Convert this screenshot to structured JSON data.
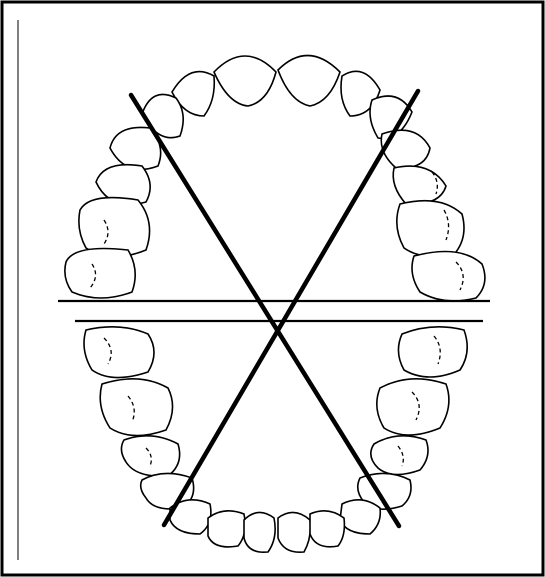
{
  "figure": {
    "subject": "dental-arches-occlusal-view",
    "colors": {
      "background": "#ffffff",
      "stroke": "#000000"
    },
    "upper_arch": {
      "tooth_count": 14
    },
    "lower_arch": {
      "tooth_count": 14
    },
    "lines": [
      "occlusal-plane-upper",
      "occlusal-plane-lower",
      "diagonal-left",
      "diagonal-right"
    ]
  }
}
